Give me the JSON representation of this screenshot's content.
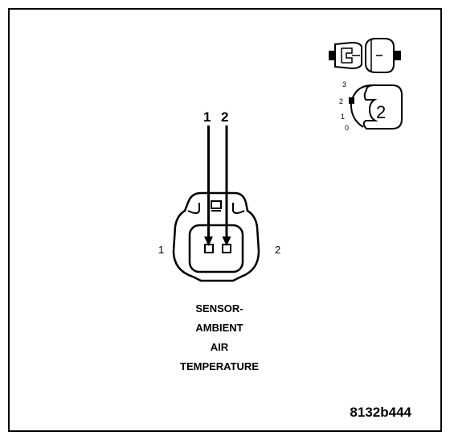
{
  "pins": {
    "wire_labels": [
      "1",
      "2"
    ],
    "side_labels": [
      "1",
      "2"
    ]
  },
  "caption": {
    "lines": [
      "SENSOR-",
      "AMBIENT",
      "AIR",
      "TEMPERATURE"
    ]
  },
  "figure_id": "8132b444",
  "inset": {
    "scale_labels": [
      "3",
      "2",
      "1",
      "0"
    ],
    "connector_number": "2"
  }
}
